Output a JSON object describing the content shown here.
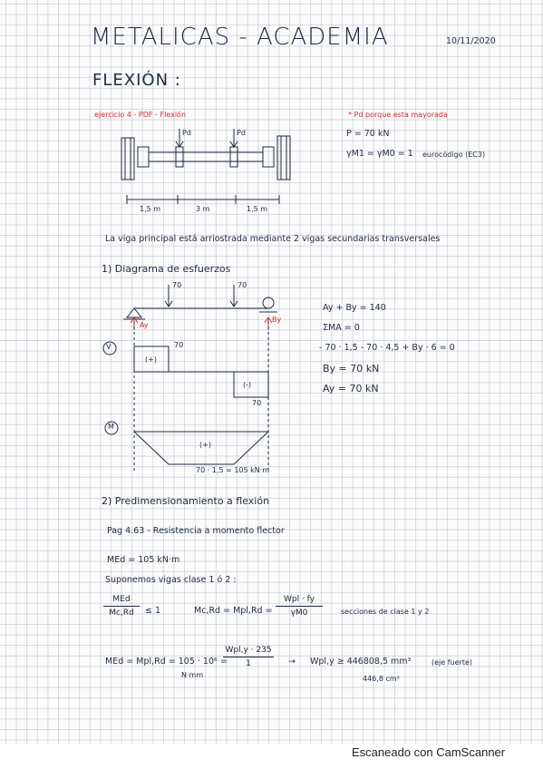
{
  "header": {
    "title": "METALICAS - ACADEMIA",
    "date": "10/11/2020",
    "subtitle": "FLEXIÓN :"
  },
  "exercise": {
    "label": "ejercicio 4 - PDF - Flexión",
    "note_red": "* Pd porque esta mayorada",
    "load_p": "P = 70 kN",
    "gamma": "γM1 = γM0 = 1",
    "code": "eurocódigo (EC3)",
    "load_labels": [
      "Pd",
      "Pd"
    ],
    "spans": [
      "1,5 m",
      "3 m",
      "1,5 m"
    ],
    "description": "La viga principal está arriostrada mediante 2 vigas secundarias transversales"
  },
  "section1": {
    "heading": "1) Diagrama de esfuerzos",
    "loads": [
      "70",
      "70"
    ],
    "reactions": [
      "Ay",
      "By"
    ],
    "equations": [
      "Ay + By = 140",
      "ΣMA = 0",
      "- 70 · 1,5 - 70 · 4,5 + By · 6 = 0",
      "By = 70 kN",
      "Ay = 70 kN"
    ],
    "shear": {
      "marker": "V",
      "values": [
        "70",
        "70"
      ],
      "signs": [
        "(+)",
        "(-)"
      ]
    },
    "moment": {
      "marker": "M",
      "sign": "(+)",
      "value_label": "70 · 1,5 = 105 kN·m"
    }
  },
  "section2": {
    "heading": "2) Predimensionamiento a flexión",
    "ref": "Pag 4.63 - Resistencia a momento flector",
    "med": "MEd = 105 kN·m",
    "assume": "Suponemos vigas clase 1 ó 2 :",
    "ratio_num": "MEd",
    "ratio_den": "Mc,Rd",
    "ratio_rel": "≤ 1",
    "mcrd": "Mc,Rd = Mpl,Rd =",
    "wpl_num": "Wpl · fy",
    "wpl_den": "γM0",
    "class_note": "secciones de clase 1 y 2",
    "final_lhs": "MEd = Mpl,Rd = 105 · 10⁶ =",
    "final_unit": "N·mm",
    "final_num": "Wpl,y · 235",
    "final_den": "1",
    "arrow": "→",
    "result": "Wpl,y ≥ 446808,5 mm³",
    "result_cm": "446,8 cm³",
    "axis_note": "(eje fuerte)"
  },
  "footer": {
    "brand": "Escaneado con CamScanner"
  }
}
